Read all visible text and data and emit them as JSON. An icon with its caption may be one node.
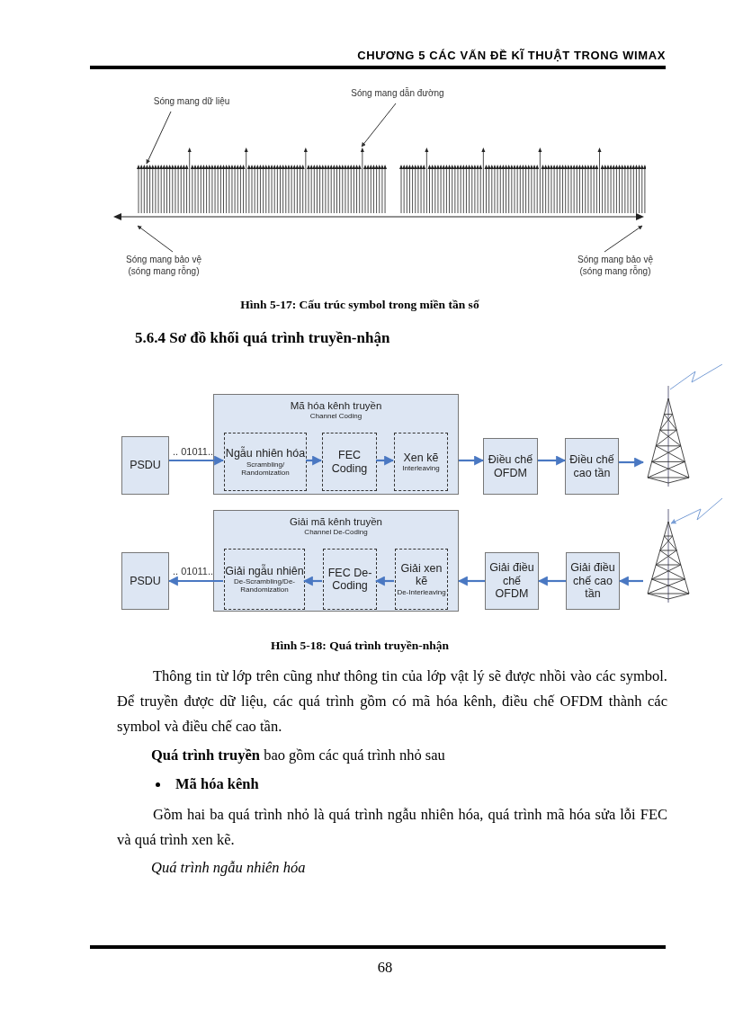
{
  "diagram": {
    "nodes": [
      {
        "text": [
          "Sóng mang dữ liệu"
        ]
      },
      {
        "text": [
          "Sóng mang dẫn đường"
        ]
      },
      {
        "text": [
          "Sóng mang bảo vệ (sóng mang rỗng)"
        ]
      },
      {
        "text": [
          "Sóng mang bảo vệ (sóng mang rỗng)"
        ]
      },
      {
        "text": [
          "PSDU"
        ]
      },
      {
        "text": [
          "Mã hóa kênh truyền",
          "Channel Coding"
        ]
      },
      {
        "text": [
          "Ngẫu nhiên hóa",
          "Scrambling/ Randomization"
        ],
        "in": 5
      },
      {
        "text": [
          "FEC Coding"
        ],
        "in": 5
      },
      {
        "text": [
          "Xen kẽ",
          "Interleaving"
        ],
        "in": 5
      },
      {
        "text": [
          "Điều chế OFDM"
        ]
      },
      {
        "text": [
          "Điều chế cao tần"
        ]
      },
      {
        "text": [],
        "shape": "picture"
      },
      {
        "text": [
          "PSDU"
        ]
      },
      {
        "text": [
          "Giải mã kênh truyền",
          "Channel De-Coding"
        ]
      },
      {
        "text": [
          "Giải ngẫu nhiên",
          "De-Scrambling/De-Randomization"
        ],
        "in": 13
      },
      {
        "text": [
          "FEC De-Coding"
        ],
        "in": 13
      },
      {
        "text": [
          "Giải xen kẽ",
          "De-Interleaving"
        ],
        "in": 13
      },
      {
        "text": [
          "Giải điều chế OFDM"
        ]
      },
      {
        "text": [
          "Giải điều chế cao tần"
        ]
      },
      {
        "text": [],
        "shape": "picture"
      },
      {
        "text": [],
        "shape": "picture"
      }
    ],
    "edges": [
      {
        "from": 0,
        "to": 20,
        "arrow": "to",
        "color": "#333333"
      },
      {
        "from": 1,
        "to": 20,
        "arrow": "to",
        "color": "#333333"
      },
      {
        "from": 2,
        "to": 20,
        "arrow": "to",
        "color": "#333333"
      },
      {
        "from": 3,
        "to": 20,
        "arrow": "to",
        "color": "#333333"
      },
      {
        "from": 4,
        "to": 6,
        "arrow": "to",
        "label": ".. 01011.."
      },
      {
        "from": 6,
        "to": 7,
        "arrow": "to"
      },
      {
        "from": 7,
        "to": 8,
        "arrow": "to"
      },
      {
        "from": 5,
        "to": 9,
        "arrow": "to"
      },
      {
        "from": 9,
        "to": 10,
        "arrow": "to"
      },
      {
        "from": 10,
        "to": 11,
        "arrow": "to"
      },
      {
        "from": 19,
        "to": 18,
        "arrow": "to"
      },
      {
        "from": 18,
        "to": 17,
        "arrow": "to"
      },
      {
        "from": 17,
        "to": 13,
        "arrow": "to"
      },
      {
        "from": 16,
        "to": 15,
        "arrow": "to"
      },
      {
        "from": 15,
        "to": 14,
        "arrow": "to"
      },
      {
        "from": 14,
        "to": 12,
        "arrow": "to",
        "label": ".. 01011.."
      }
    ],
    "labels": [
      "CHƯƠNG 5 CÁC VẤN ĐỀ KĨ THUẬT TRONG WIMAX",
      "Hình 5-17: Cấu trúc symbol trong miền tần số",
      "5.6.4 Sơ đồ khối quá trình truyền-nhận",
      "Hình 5-18: Quá trình truyền-nhận",
      "Thông tin từ lớp trên cũng như thông tin của lớp vật lý sẽ được nhồi vào các symbol. Để truyền được dữ liệu, các quá trình gồm có mã hóa kênh, điều chế OFDM thành các symbol và điều chế cao tần.",
      "**Quá trình truyền** bao gồm các quá trình nhỏ sau",
      "Mã hóa kênh",
      "Gồm hai ba quá trình nhỏ là quá trình ngẫu nhiên hóa, quá trình mã hóa sửa lỗi FEC và quá trình xen kẽ.",
      "Quá trình ngẫu nhiên hóa",
      "68"
    ]
  }
}
